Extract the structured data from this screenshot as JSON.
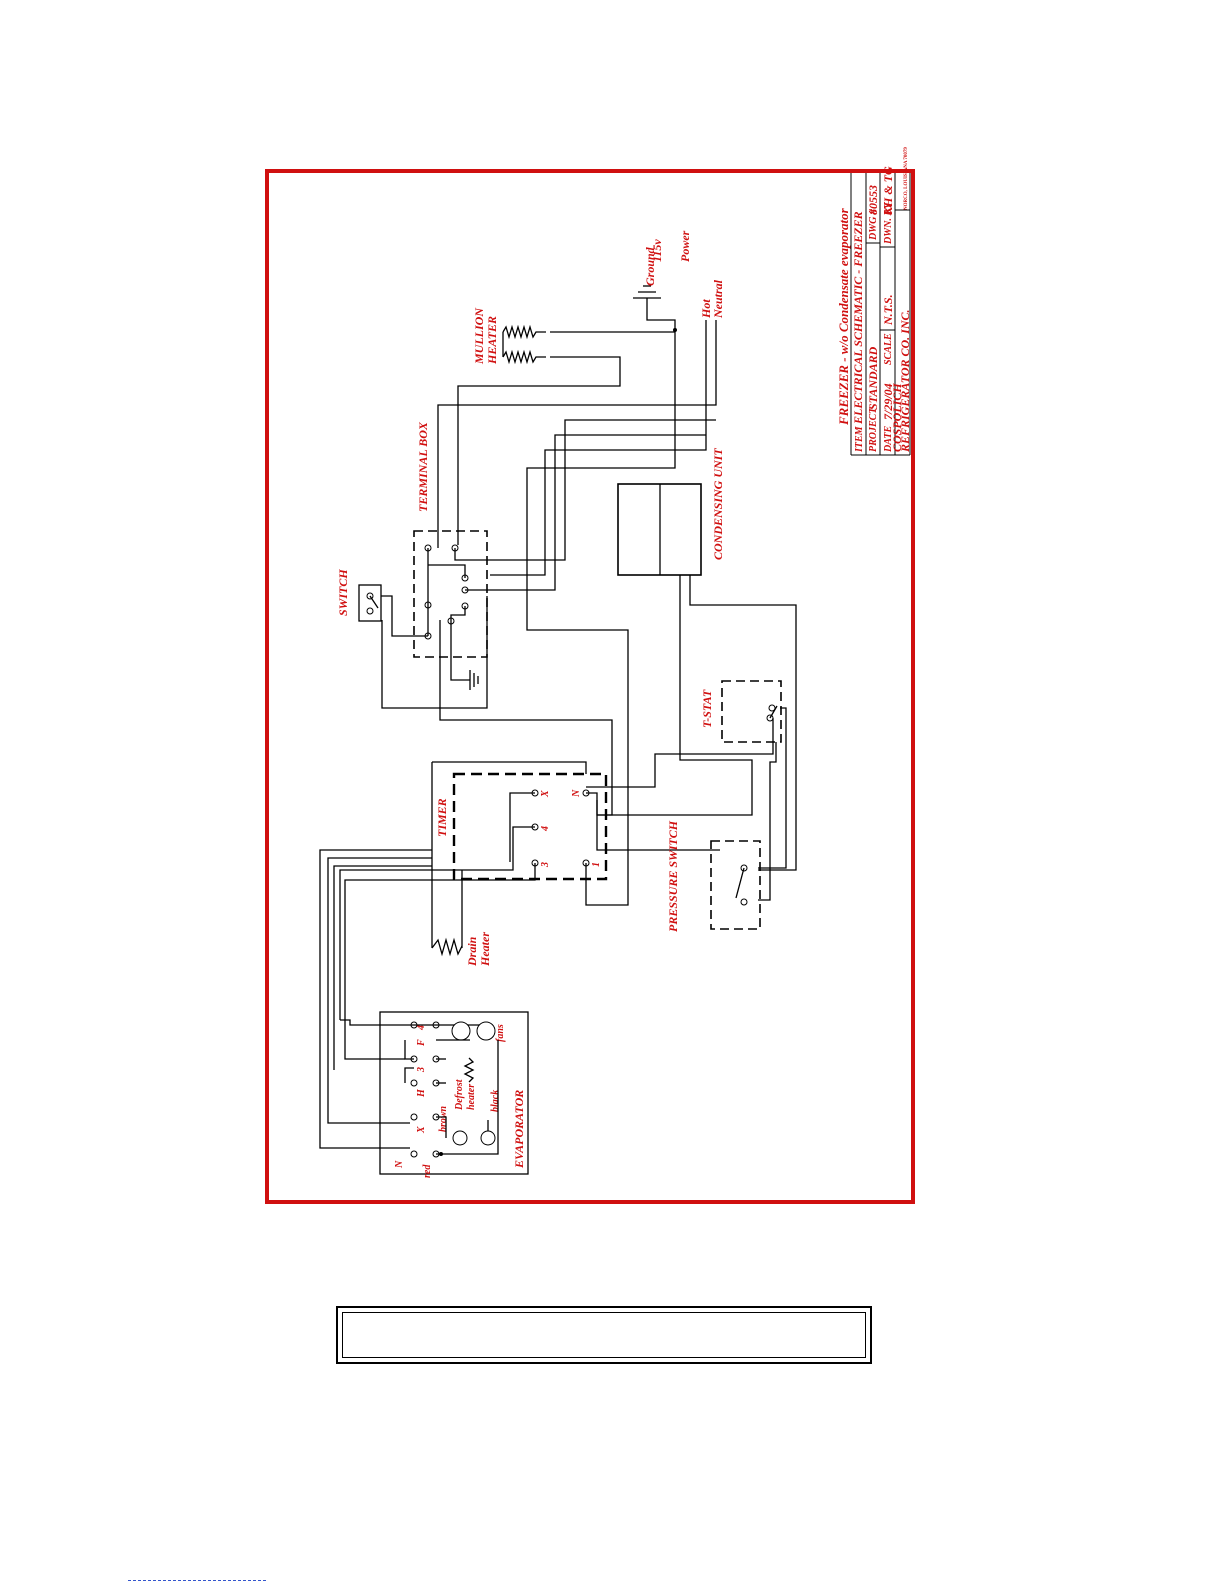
{
  "labels": {
    "switch": "SWITCH",
    "terminal_box": "TERMINAL BOX",
    "mullion_heater_1": "MULLION",
    "mullion_heater_2": "HEATER",
    "ground": "Ground",
    "power_1": "115v",
    "power_2": "Power",
    "hot": "Hot",
    "neutral": "Neutral",
    "condensing_unit": "CONDENSING UNIT",
    "tstat": "T-STAT",
    "timer": "TIMER",
    "pressure_switch": "PRESSURE SWITCH",
    "drain_heater_1": "Drain",
    "drain_heater_2": "Heater",
    "evaporator": "EVAPORATOR",
    "timer_x": "X",
    "timer_4": "4",
    "timer_3": "3",
    "timer_n": "N",
    "timer_1": "1",
    "evap_n": "N",
    "evap_x": "X",
    "evap_h": "H",
    "evap_3": "3",
    "evap_f": "F",
    "evap_4": "4",
    "red": "red",
    "brown": "brown",
    "defrost_1": "Defrost",
    "defrost_2": "heater",
    "black": "black",
    "fans": "fans"
  },
  "title_block": {
    "title": "FREEZER - w/o Condensate evaporator",
    "item_label": "ITEM",
    "item_value": "ELECTRICAL SCHEMATIC - FREEZER",
    "project_label": "PROJECT",
    "project_value": "STANDARD",
    "date_label": "DATE",
    "date_value": "7/29/04",
    "scale_label": "SCALE",
    "scale_value": "N.T.S.",
    "dwg_label": "DWG #",
    "dwg_value": "80553",
    "drawn_label": "DWN. BY",
    "drawn_value": "KH & TG",
    "company_1": "COSPOLICH",
    "company_2": "REFRIGERATOR CO. INC.",
    "company_address": "NORCO, LOUISIANA 70079"
  },
  "colors": {
    "frame": "#d01010",
    "label": "#d01010",
    "wire": "#000000"
  }
}
